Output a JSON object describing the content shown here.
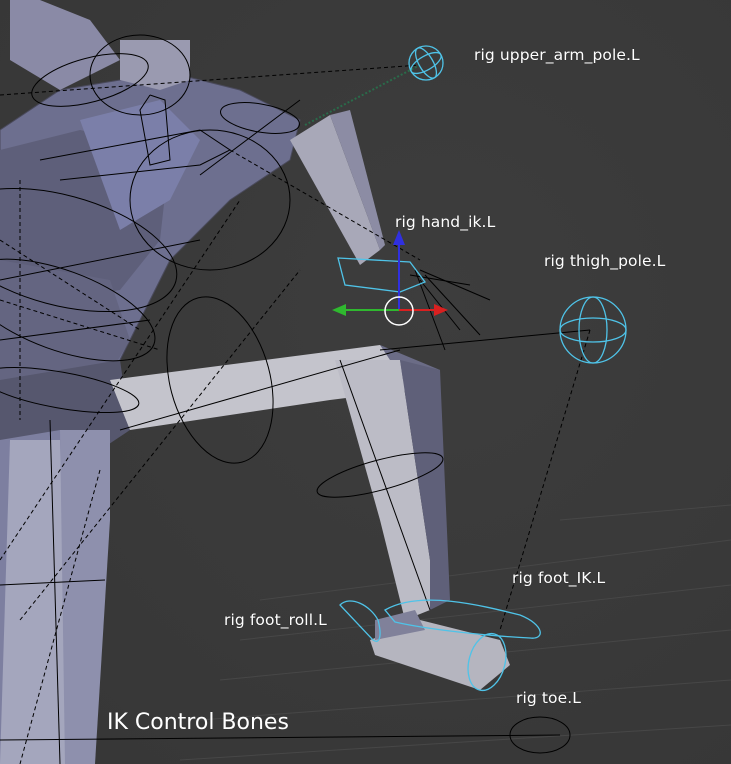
{
  "viewport": {
    "caption": "IK Control Bones",
    "colors": {
      "background": "#3a3a3a",
      "mesh_dark": "#5c5c72",
      "mesh_light": "#b9b9c4",
      "mesh_blue": "#7a7ea8",
      "selected_bone": "#4fc3e8",
      "wire": "#000000",
      "axis_x": "#d92020",
      "axis_y": "#2fb82f",
      "axis_z": "#3030e0"
    },
    "gizmo": {
      "axes": [
        "x-axis-arrow-icon",
        "y-axis-arrow-icon",
        "z-axis-arrow-icon"
      ]
    }
  },
  "labels": {
    "upper_arm_pole": "rig upper_arm_pole.L",
    "hand_ik": "rig hand_ik.L",
    "thigh_pole": "rig thigh_pole.L",
    "foot_ik": "rig foot_IK.L",
    "foot_roll": "rig foot_roll.L",
    "toe": "rig toe.L"
  }
}
